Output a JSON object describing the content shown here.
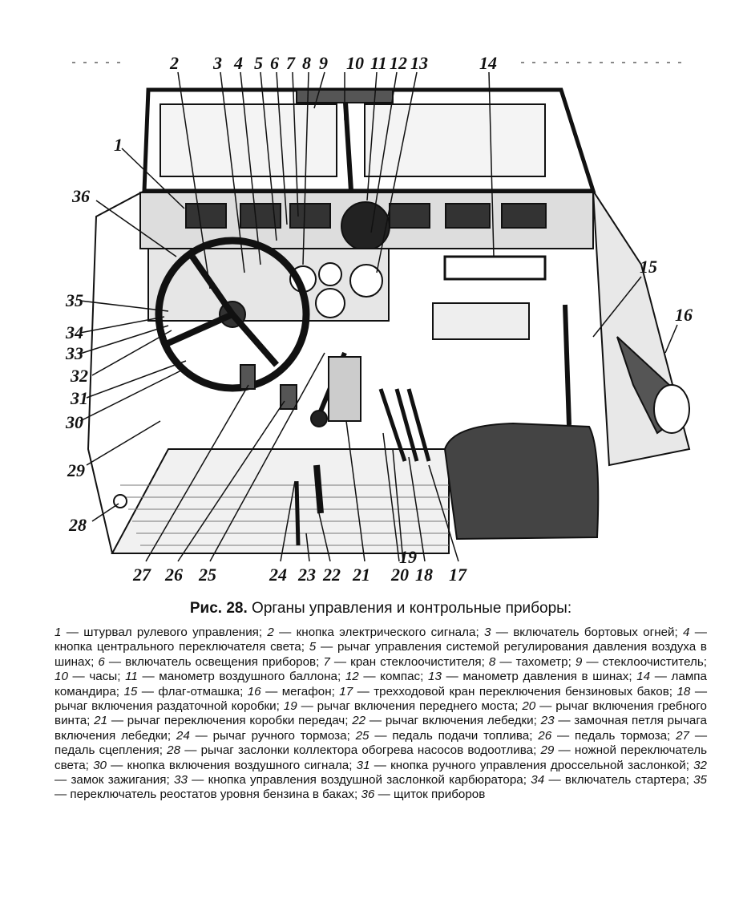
{
  "figure": {
    "numbers": [
      "1",
      "2",
      "3",
      "4",
      "5",
      "6",
      "7",
      "8",
      "9",
      "10",
      "11",
      "12",
      "13",
      "14",
      "15",
      "16",
      "17",
      "18",
      "19",
      "20",
      "21",
      "22",
      "23",
      "24",
      "25",
      "26",
      "27",
      "28",
      "29",
      "30",
      "31",
      "32",
      "33",
      "34",
      "35",
      "36",
      "36"
    ]
  },
  "caption": {
    "label": "Рис. 28.",
    "title": "Органы управления и контрольные приборы:"
  },
  "legend": [
    {
      "n": "1",
      "t": "штурвал рулевого управления;"
    },
    {
      "n": "2",
      "t": "кнопка электрического сигнала;"
    },
    {
      "n": "3",
      "t": "включатель бортовых огней;"
    },
    {
      "n": "4",
      "t": "кнопка центрального переключателя света;"
    },
    {
      "n": "5",
      "t": "рычаг управления системой регулирования давления воздуха в шинах;"
    },
    {
      "n": "6",
      "t": "включатель освещения приборов;"
    },
    {
      "n": "7",
      "t": "кран стеклоочистителя;"
    },
    {
      "n": "8",
      "t": "тахометр;"
    },
    {
      "n": "9",
      "t": "стеклоочиститель;"
    },
    {
      "n": "10",
      "t": "часы;"
    },
    {
      "n": "11",
      "t": "манометр воздушного баллона;"
    },
    {
      "n": "12",
      "t": "компас;"
    },
    {
      "n": "13",
      "t": "манометр давления в шинах;"
    },
    {
      "n": "14",
      "t": "лампа командира;"
    },
    {
      "n": "15",
      "t": "флаг-отмашка;"
    },
    {
      "n": "16",
      "t": "мегафон;"
    },
    {
      "n": "17",
      "t": "трехходовой кран переключения бензиновых баков;"
    },
    {
      "n": "18",
      "t": "рычаг включения раздаточной коробки;"
    },
    {
      "n": "19",
      "t": "рычаг включения переднего моста;"
    },
    {
      "n": "20",
      "t": "рычаг включения гребного винта;"
    },
    {
      "n": "21",
      "t": "рычаг переключения коробки передач;"
    },
    {
      "n": "22",
      "t": "рычаг включения лебедки;"
    },
    {
      "n": "23",
      "t": "замочная петля рычага включения лебедки;"
    },
    {
      "n": "24",
      "t": "рычаг ручного тормоза;"
    },
    {
      "n": "25",
      "t": "педаль подачи топлива;"
    },
    {
      "n": "26",
      "t": "педаль тормоза;"
    },
    {
      "n": "27",
      "t": "педаль сцепления;"
    },
    {
      "n": "28",
      "t": "рычаг заслонки коллектора обогрева насосов водоотлива;"
    },
    {
      "n": "29",
      "t": "ножной переключатель света;"
    },
    {
      "n": "30",
      "t": "кнопка включения воздушного сигнала;"
    },
    {
      "n": "31",
      "t": "кнопка ручного управления дроссельной заслонкой;"
    },
    {
      "n": "32",
      "t": "замок зажигания;"
    },
    {
      "n": "33",
      "t": "кнопка управления воздушной заслонкой карбюратора;"
    },
    {
      "n": "34",
      "t": "включатель стартера;"
    },
    {
      "n": "35",
      "t": "переключатель реостатов уровня бензина в баках;"
    },
    {
      "n": "36",
      "t": "щиток приборов"
    }
  ],
  "colors": {
    "ink": "#111111",
    "paper": "#ffffff"
  }
}
